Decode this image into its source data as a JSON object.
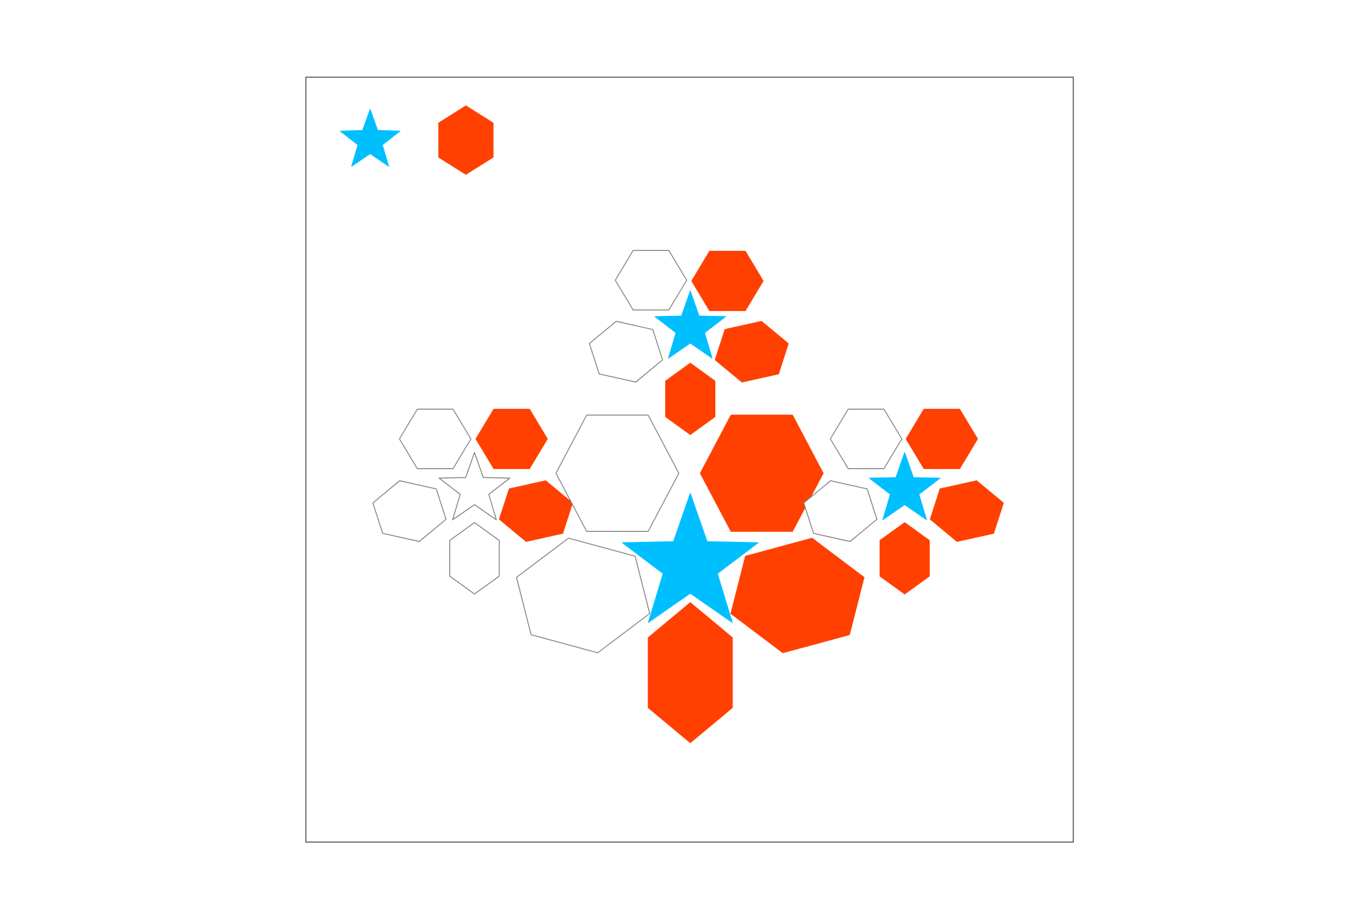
{
  "canvas": {
    "background": "#ffffff",
    "frame_color": "#333333"
  },
  "palette": {
    "star": "#00bfff",
    "hexagon": "#ff4000",
    "outline": "#7a7a7a",
    "unfilled": "#ffffff"
  },
  "legend": [
    {
      "shape": "star",
      "icon": "star-icon",
      "filled": true
    },
    {
      "shape": "hexagon",
      "icon": "hexagon-icon",
      "filled": true
    }
  ],
  "groups": [
    {
      "name": "top-flower",
      "center": {
        "shape": "star",
        "filled": true
      },
      "petals": [
        {
          "shape": "hexagon",
          "filled": false
        },
        {
          "shape": "hexagon",
          "filled": true
        },
        {
          "shape": "hexagon",
          "filled": false
        },
        {
          "shape": "hexagon",
          "filled": true
        },
        {
          "shape": "hexagon",
          "filled": true
        }
      ]
    },
    {
      "name": "left-flower",
      "center": {
        "shape": "star",
        "filled": false
      },
      "petals": [
        {
          "shape": "hexagon",
          "filled": false
        },
        {
          "shape": "hexagon",
          "filled": true
        },
        {
          "shape": "hexagon",
          "filled": false
        },
        {
          "shape": "hexagon",
          "filled": true
        },
        {
          "shape": "hexagon",
          "filled": false
        }
      ]
    },
    {
      "name": "center-flower",
      "center": {
        "shape": "star",
        "filled": true
      },
      "petals": [
        {
          "shape": "hexagon",
          "filled": false
        },
        {
          "shape": "hexagon",
          "filled": true
        },
        {
          "shape": "hexagon",
          "filled": false
        },
        {
          "shape": "hexagon",
          "filled": true
        },
        {
          "shape": "hexagon",
          "filled": true
        }
      ]
    },
    {
      "name": "right-flower",
      "center": {
        "shape": "star",
        "filled": true
      },
      "petals": [
        {
          "shape": "hexagon",
          "filled": false
        },
        {
          "shape": "hexagon",
          "filled": true
        },
        {
          "shape": "hexagon",
          "filled": false
        },
        {
          "shape": "hexagon",
          "filled": true
        },
        {
          "shape": "hexagon",
          "filled": true
        }
      ]
    }
  ]
}
